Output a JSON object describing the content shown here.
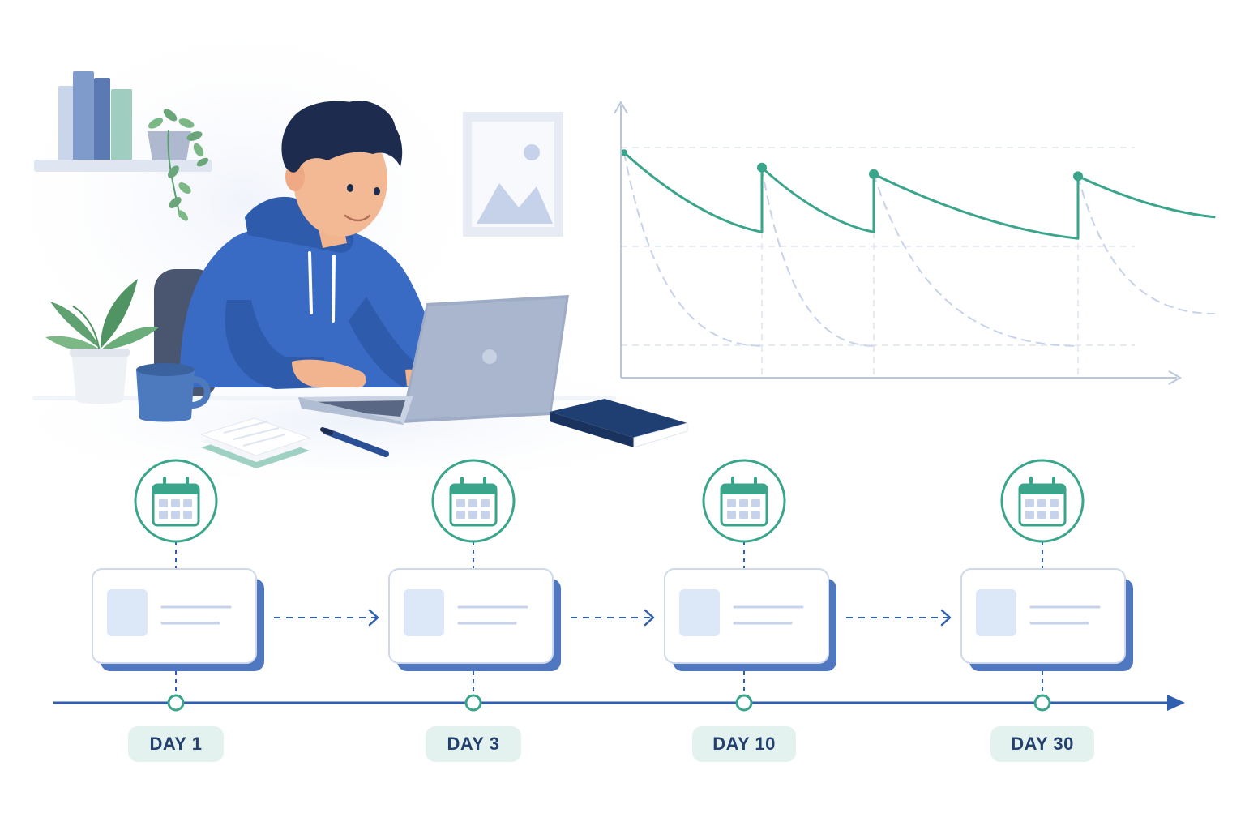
{
  "colors": {
    "primary_blue": "#2f5fae",
    "hoodie_blue": "#3a6bc4",
    "navy": "#1f3f73",
    "teal": "#3aa58b",
    "card_fill": "#dce7f7",
    "card_shadow": "#4f78c0",
    "badge_bg": "#e3f1ef",
    "axis_gray": "#b9c6dc",
    "dashed_blue": "#c6d3ea",
    "text_navy": "#24406e"
  },
  "timeline": {
    "steps": [
      {
        "label": "DAY 1",
        "icon": "calendar-icon"
      },
      {
        "label": "DAY 3",
        "icon": "calendar-icon"
      },
      {
        "label": "DAY 10",
        "icon": "calendar-icon"
      },
      {
        "label": "DAY 30",
        "icon": "calendar-icon"
      }
    ],
    "arrow": "dashed-right-arrow"
  },
  "chart_data": {
    "type": "line",
    "title": "",
    "xlabel": "",
    "ylabel": "",
    "grid": true,
    "legend": "none",
    "x_range": [
      0,
      30
    ],
    "y_range": [
      0,
      1
    ],
    "review_points_x": [
      0,
      3,
      10,
      30
    ],
    "series": [
      {
        "style": "solid",
        "color": "#3aa58b",
        "segments": [
          {
            "x": [
              0,
              3
            ],
            "y": [
              0.95,
              0.58
            ]
          },
          {
            "x": [
              3,
              10
            ],
            "y": [
              0.88,
              0.58
            ]
          },
          {
            "x": [
              10,
              30
            ],
            "y": [
              0.85,
              0.55
            ]
          },
          {
            "x": [
              30,
              36
            ],
            "y": [
              0.84,
              0.65
            ]
          }
        ]
      },
      {
        "style": "dashed",
        "color": "#c6d3ea",
        "segments": [
          {
            "x": [
              0,
              3
            ],
            "y": [
              0.95,
              0.05
            ]
          },
          {
            "x": [
              3,
              10
            ],
            "y": [
              0.88,
              0.05
            ]
          },
          {
            "x": [
              10,
              30
            ],
            "y": [
              0.85,
              0.05
            ]
          },
          {
            "x": [
              30,
              36
            ],
            "y": [
              0.84,
              0.2
            ]
          }
        ]
      }
    ]
  },
  "scene": {
    "person": "student-in-hoodie",
    "laptop": "laptop-icon",
    "items": [
      "bookshelf-icon",
      "hanging-plant-icon",
      "potted-plant-icon",
      "mug-icon",
      "notepad-icon",
      "pen-icon",
      "notebook-icon",
      "picture-frame-icon"
    ]
  }
}
